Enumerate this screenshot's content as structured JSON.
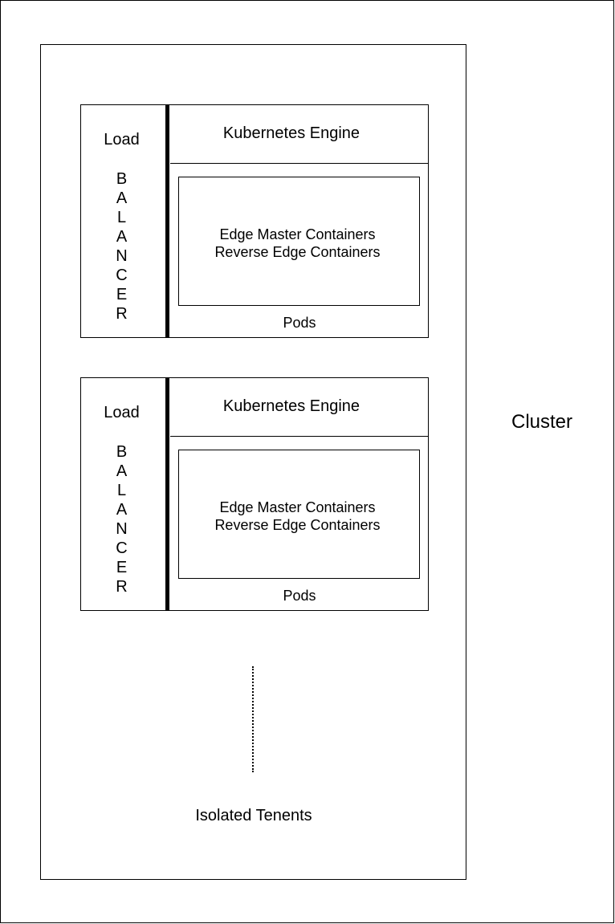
{
  "cluster": {
    "label": "Cluster"
  },
  "tenants": [
    {
      "load_balancer": {
        "word": "Load",
        "letters": [
          "B",
          "A",
          "L",
          "A",
          "N",
          "C",
          "E",
          "R"
        ]
      },
      "engine_label": "Kubernetes Engine",
      "containers": [
        "Edge Master Containers",
        "Reverse Edge Containers"
      ],
      "pods_label": "Pods"
    },
    {
      "load_balancer": {
        "word": "Load",
        "letters": [
          "B",
          "A",
          "L",
          "A",
          "N",
          "C",
          "E",
          "R"
        ]
      },
      "engine_label": "Kubernetes Engine",
      "containers": [
        "Edge Master Containers",
        "Reverse Edge Containers"
      ],
      "pods_label": "Pods"
    }
  ],
  "isolated_label": "Isolated Tenents"
}
